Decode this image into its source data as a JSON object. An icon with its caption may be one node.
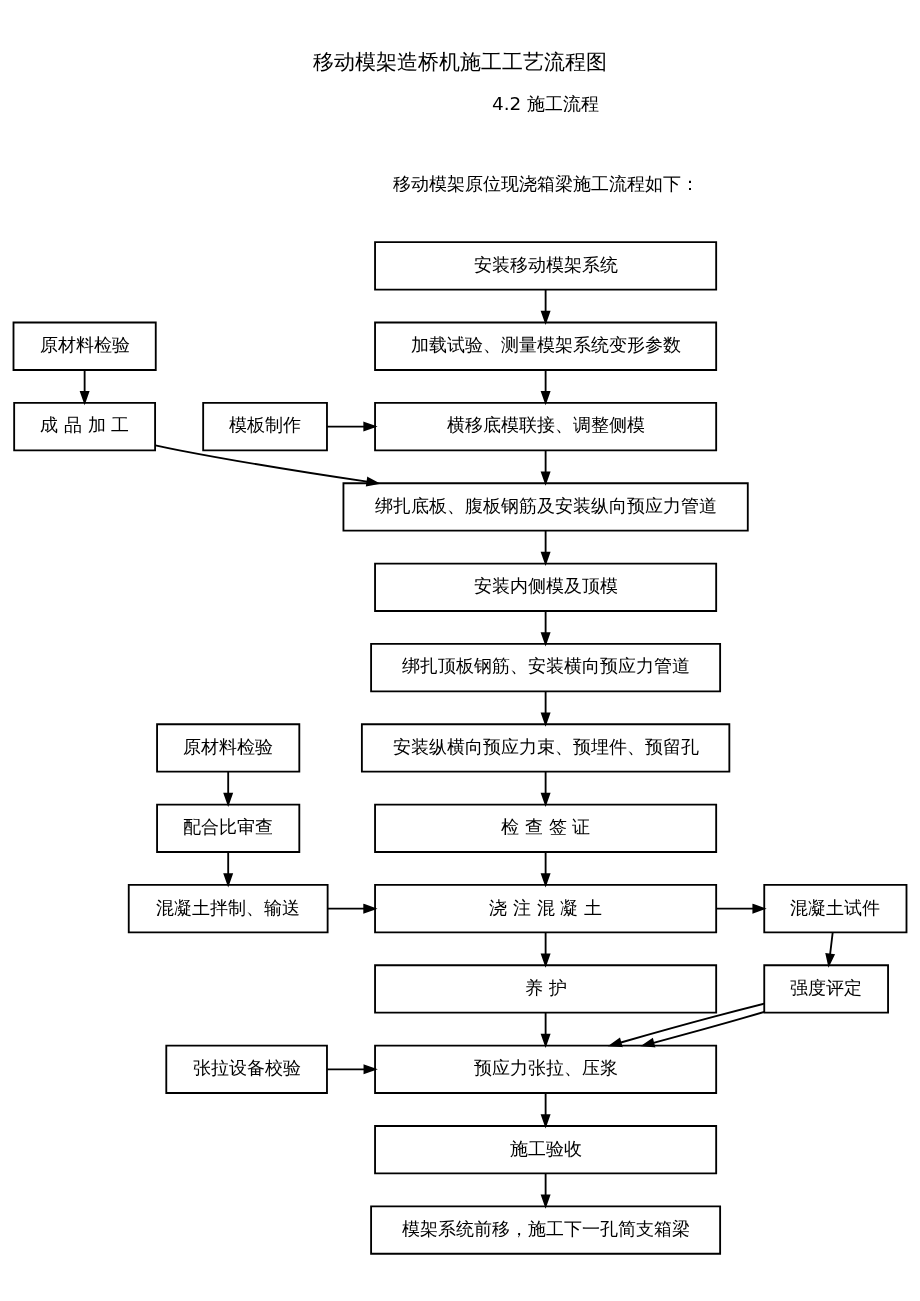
{
  "diagram": {
    "title": "移动模架造桥机施工工艺流程图",
    "nodes": [
      {
        "text": [
          "安装移动模架系统"
        ]
      },
      {
        "text": [
          "加载试验、测量模架系统变形参数"
        ]
      },
      {
        "text": [
          "原材料检验"
        ]
      },
      {
        "text": [
          "横移底模联接、调整侧模"
        ]
      },
      {
        "text": [
          "模板制作"
        ]
      },
      {
        "text": [
          "成 品 加 工"
        ]
      },
      {
        "text": [
          "绑扎底板、腹板钢筋及安装纵向预应力管道"
        ]
      },
      {
        "text": [
          "安装内侧模及顶模"
        ]
      },
      {
        "text": [
          "绑扎顶板钢筋、安装横向预应力管道"
        ]
      },
      {
        "text": [
          "原材料检验"
        ]
      },
      {
        "text": [
          "安装纵横向预应力束、预埋件、预留孔"
        ]
      },
      {
        "text": [
          "配合比审查"
        ]
      },
      {
        "text": [
          "检 查 签 证"
        ]
      },
      {
        "text": [
          "混凝土拌制、输送"
        ]
      },
      {
        "text": [
          "浇 注 混 凝 土"
        ]
      },
      {
        "text": [
          "混凝土试件"
        ]
      },
      {
        "text": [
          "养 护"
        ]
      },
      {
        "text": [
          "强度评定"
        ]
      },
      {
        "text": [
          "张拉设备校验"
        ]
      },
      {
        "text": [
          "预应力张拉、压浆"
        ]
      },
      {
        "text": [
          "施工验收"
        ]
      },
      {
        "text": [
          "模架系统前移，施工下一孔简支箱梁"
        ]
      }
    ],
    "edges": [
      {
        "from": 0,
        "to": 1,
        "arrow": "to"
      },
      {
        "from": 1,
        "to": 3,
        "arrow": "to"
      },
      {
        "from": 4,
        "to": 3,
        "arrow": "to"
      },
      {
        "from": 2,
        "to": 5,
        "arrow": "to"
      },
      {
        "from": 5,
        "to": 6,
        "arrow": "to"
      },
      {
        "from": 3,
        "to": 6,
        "arrow": "to"
      },
      {
        "from": 6,
        "to": 7,
        "arrow": "to"
      },
      {
        "from": 7,
        "to": 8,
        "arrow": "to"
      },
      {
        "from": 8,
        "to": 10,
        "arrow": "to"
      },
      {
        "from": 10,
        "to": 12,
        "arrow": "to"
      },
      {
        "from": 9,
        "to": 11,
        "arrow": "to"
      },
      {
        "from": 11,
        "to": 13,
        "arrow": "to"
      },
      {
        "from": 13,
        "to": 14,
        "arrow": "to"
      },
      {
        "from": 12,
        "to": 14,
        "arrow": "to"
      },
      {
        "from": 14,
        "to": 15,
        "arrow": "to"
      },
      {
        "from": 15,
        "to": 17,
        "arrow": "to"
      },
      {
        "from": 14,
        "to": 16,
        "arrow": "to"
      },
      {
        "from": 16,
        "to": 19,
        "arrow": "to"
      },
      {
        "from": 17,
        "to": 19,
        "arrow": "to"
      },
      {
        "from": 17,
        "to": 19,
        "arrow": "to"
      },
      {
        "from": 18,
        "to": 19,
        "arrow": "to"
      },
      {
        "from": 19,
        "to": 20,
        "arrow": "to"
      },
      {
        "from": 20,
        "to": 21,
        "arrow": "to"
      }
    ],
    "labels": [
      "4.2 施工流程",
      "移动模架原位现浇箱梁施工流程如下："
    ]
  }
}
